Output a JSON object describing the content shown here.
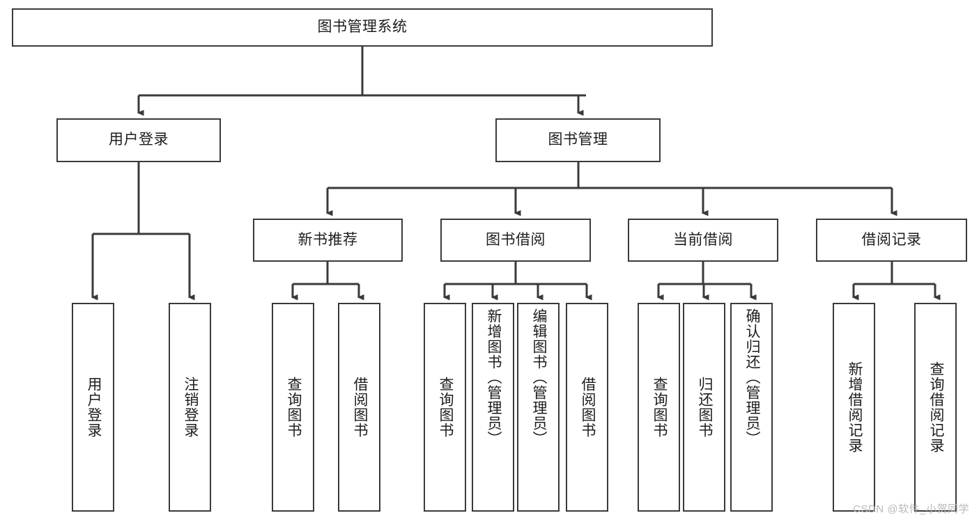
{
  "diagram": {
    "title": "图书管理系统",
    "type": "tree-hierarchy-diagram",
    "watermark": "CSDN @软件_小贺同学",
    "colors": {
      "stroke": "#3a3a3a",
      "fill": "#ffffff",
      "text": "#1d1d1d",
      "watermark": "#b8b8b8"
    },
    "root": {
      "label": "图书管理系统"
    },
    "level2": [
      {
        "label": "用户登录"
      },
      {
        "label": "图书管理"
      }
    ],
    "level3": [
      {
        "label": "新书推荐"
      },
      {
        "label": "图书借阅"
      },
      {
        "label": "当前借阅"
      },
      {
        "label": "借阅记录"
      }
    ],
    "leaves": {
      "user_login": [
        {
          "label": "用户登录"
        },
        {
          "label": "注销登录"
        }
      ],
      "new_book_recommend": [
        {
          "label": "查询图书"
        },
        {
          "label": "借阅图书"
        }
      ],
      "book_borrow": [
        {
          "label": "查询图书"
        },
        {
          "label": "新增图书（管理员）"
        },
        {
          "label": "编辑图书（管理员）"
        },
        {
          "label": "借阅图书"
        }
      ],
      "current_borrow": [
        {
          "label": "查询图书"
        },
        {
          "label": "归还图书"
        },
        {
          "label": "确认归还（管理员）"
        }
      ],
      "borrow_record": [
        {
          "label": "新增借阅记录"
        },
        {
          "label": "查询借阅记录"
        }
      ]
    }
  }
}
